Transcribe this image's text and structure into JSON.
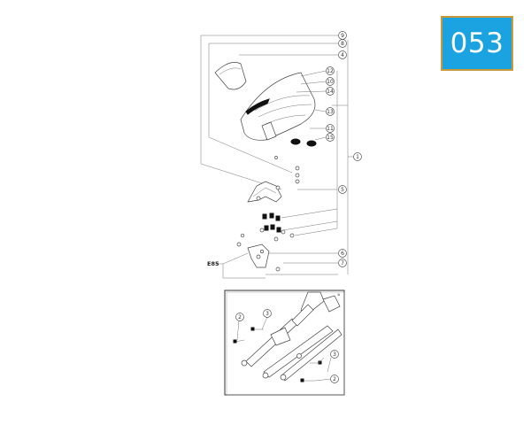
{
  "page_number": "053",
  "main_callouts": [
    "9",
    "8",
    "4",
    "12",
    "10",
    "14",
    "13",
    "11",
    "15",
    "1",
    "5",
    "6",
    "7"
  ],
  "ref_label": "E85",
  "detail_callouts": [
    "2",
    "3",
    "3",
    "2"
  ],
  "colors": {
    "badge_bg": "#1aa3e0",
    "badge_border": "#c99a3c"
  }
}
